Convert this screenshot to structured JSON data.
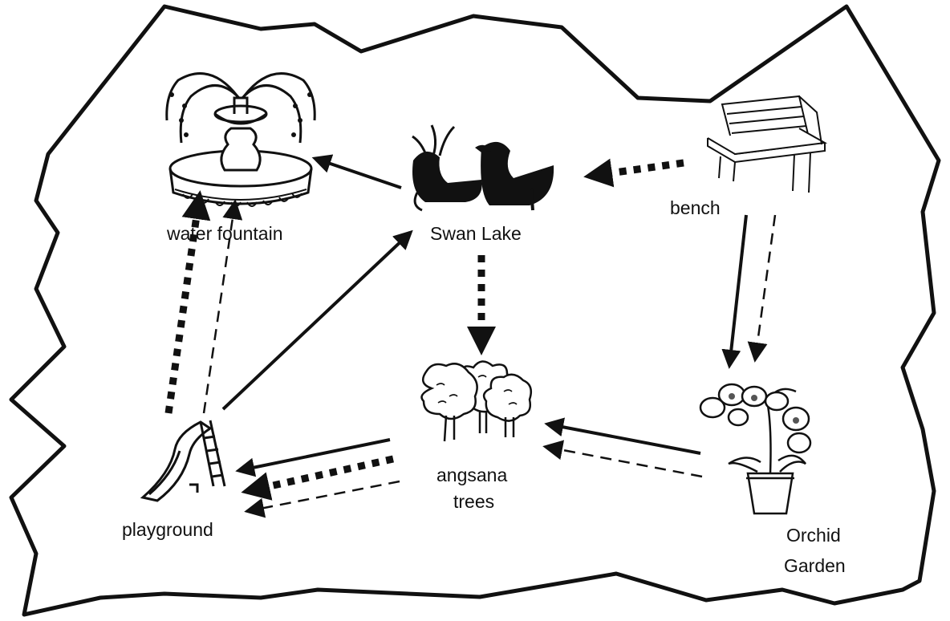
{
  "locations": {
    "water_fountain": "water fountain",
    "swan_lake": "Swan Lake",
    "bench": "bench",
    "angsana_trees_line1": "angsana",
    "angsana_trees_line2": "trees",
    "playground": "playground",
    "orchid_garden_line1": "Orchid",
    "orchid_garden_line2": "Garden"
  },
  "routes": {
    "solid": [
      "bench → Orchid Garden",
      "Orchid Garden → angsana trees",
      "angsana trees → playground",
      "playground → Swan Lake",
      "Swan Lake → water fountain"
    ],
    "dotted": [
      "bench → Swan Lake",
      "Swan Lake → angsana trees",
      "angsana trees → playground",
      "playground → water fountain"
    ],
    "dashed": [
      "bench → Orchid Garden",
      "Orchid Garden → angsana trees",
      "angsana trees → playground",
      "playground → water fountain"
    ]
  }
}
